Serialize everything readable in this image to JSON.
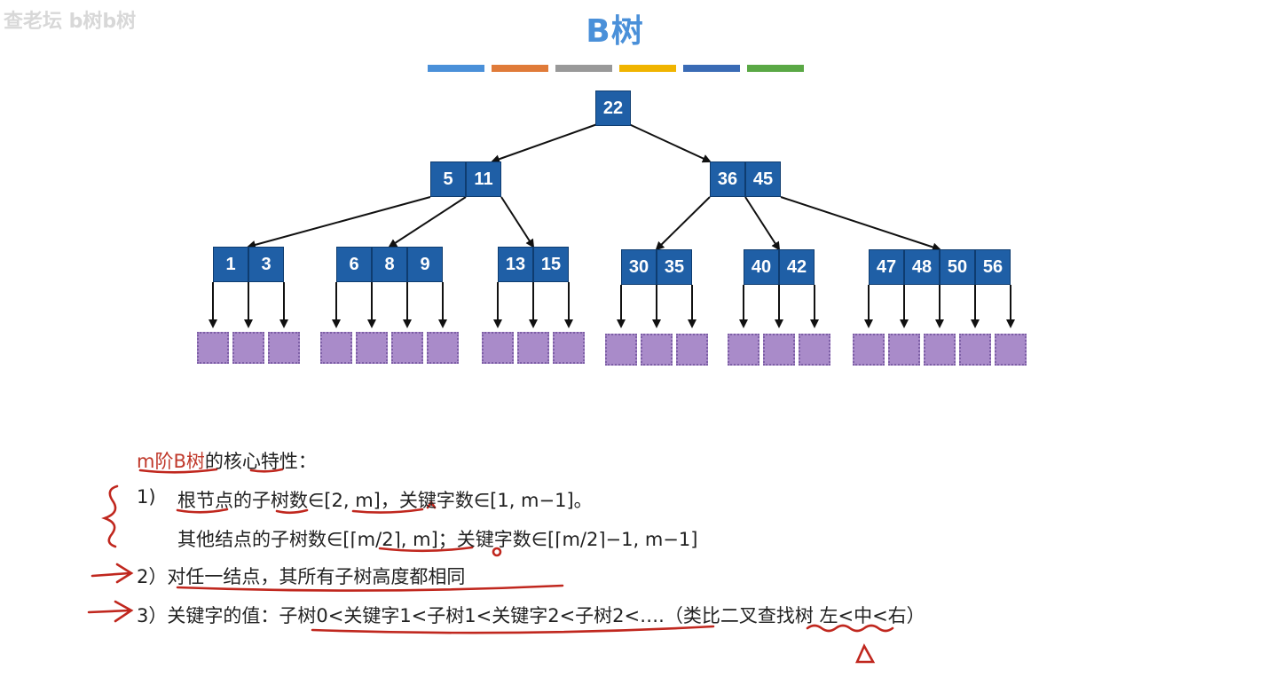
{
  "title": "B树",
  "watermark": "查老坛 b树b树",
  "color_bars": [
    "#4a90d9",
    "#e07b39",
    "#999999",
    "#f0b400",
    "#3a6bb5",
    "#5aa845"
  ],
  "tree": {
    "root": [
      "22"
    ],
    "level1": [
      [
        "5",
        "11"
      ],
      [
        "36",
        "45"
      ]
    ],
    "level2": [
      [
        "1",
        "3"
      ],
      [
        "6",
        "8",
        "9"
      ],
      [
        "13",
        "15"
      ],
      [
        "30",
        "35"
      ],
      [
        "40",
        "42"
      ],
      [
        "47",
        "48",
        "50",
        "56"
      ]
    ]
  },
  "text": {
    "heading_red": "m阶B树",
    "heading_rest": "的核心特性：",
    "item1_num": "1)",
    "item1": "根节点的子树数∈[2, m]，关键字数∈[1, m−1]。",
    "item1b": "其他结点的子树数∈[⌈m/2⌉, m]；关键字数∈[⌈m/2⌉−1, m−1]",
    "item2": "2）对任一结点，其所有子树高度都相同",
    "item3": "3）关键字的值：子树0<关键字1<子树1<关键字2<子树2<….（类比二叉查找树 左<中<右）"
  }
}
